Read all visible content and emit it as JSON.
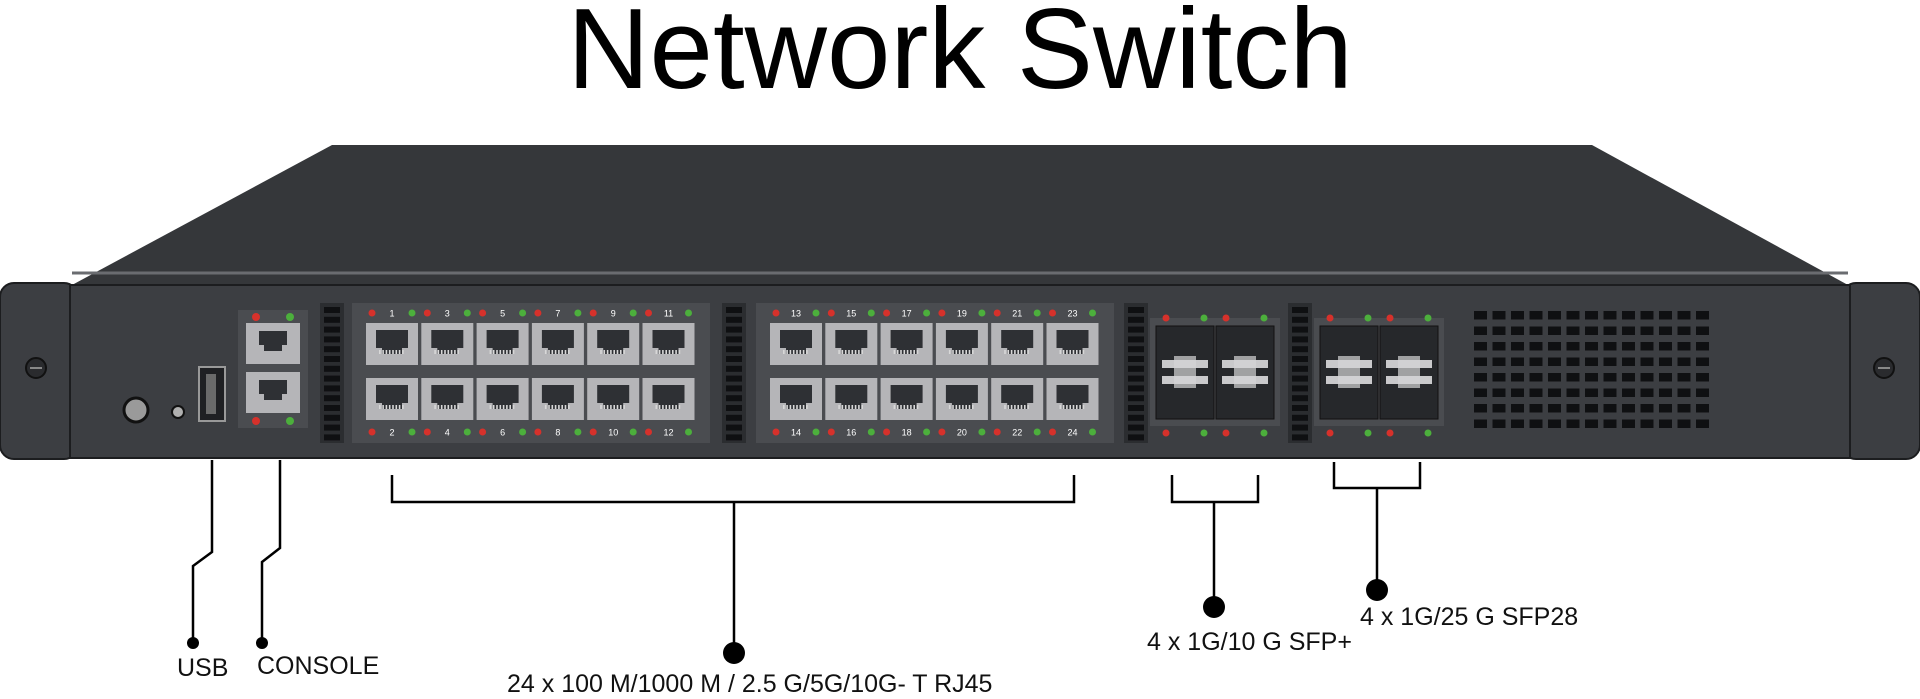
{
  "title": "Network Switch",
  "labels": {
    "usb": "USB",
    "console": "CONSOLE",
    "rj45": "24 x 100 M/1000 M / 2.5 G/5G/10G- T RJ45",
    "sfp_plus": "4 x 1G/10 G SFP+",
    "sfp28": "4 x 1G/25 G SFP28"
  },
  "port_numbers": {
    "group1_top": [
      "1",
      "3",
      "5",
      "7",
      "9",
      "11"
    ],
    "group1_bottom": [
      "2",
      "4",
      "6",
      "8",
      "10",
      "12"
    ],
    "group2_top": [
      "13",
      "15",
      "17",
      "19",
      "21",
      "23"
    ],
    "group2_bottom": [
      "14",
      "16",
      "18",
      "20",
      "22",
      "24"
    ]
  },
  "colors": {
    "chassis": "#3c3e42",
    "top_panel": "#35373a",
    "port_panel": "#4a4c50",
    "rj45_port": "#b5b5b8",
    "led_red": "#d6312b",
    "led_green": "#4caf3c",
    "sfp_cage": "#26282b",
    "sfp_latch": "#c9c9cb"
  },
  "icons": [
    "power-button-icon",
    "reset-hole-icon",
    "usb-port-icon",
    "console-port-icon",
    "screw-icon",
    "vent-grille-icon"
  ]
}
